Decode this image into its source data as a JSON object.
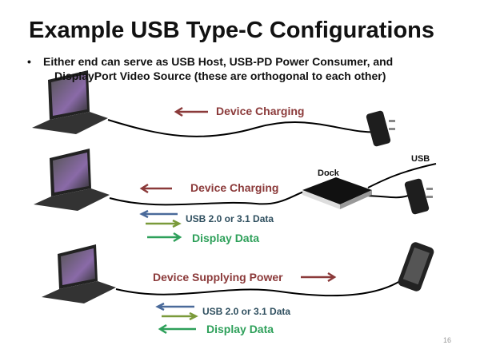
{
  "title": "Example USB Type-C Configurations",
  "bullet": {
    "marker": "•",
    "line1": "Either end can serve as USB Host, USB-PD Power Consumer, and",
    "line2": "DisplayPort Video Source (these are orthogonal to each other)"
  },
  "row1": {
    "label": "Device Charging"
  },
  "row2": {
    "label": "Device Charging",
    "dock_label": "Dock",
    "usb_label": "USB",
    "usb_data": "USB 2.0 or 3.1 Data",
    "display_data": "Display Data"
  },
  "row3": {
    "label": "Device Supplying Power",
    "usb_data": "USB 2.0 or 3.1 Data",
    "display_data": "Display Data"
  },
  "page_number": "16",
  "colors": {
    "power": "#8b3a3a",
    "usb_in": "#4a6a9a",
    "usb_out": "#7a9a3a",
    "display": "#2ea05a"
  }
}
